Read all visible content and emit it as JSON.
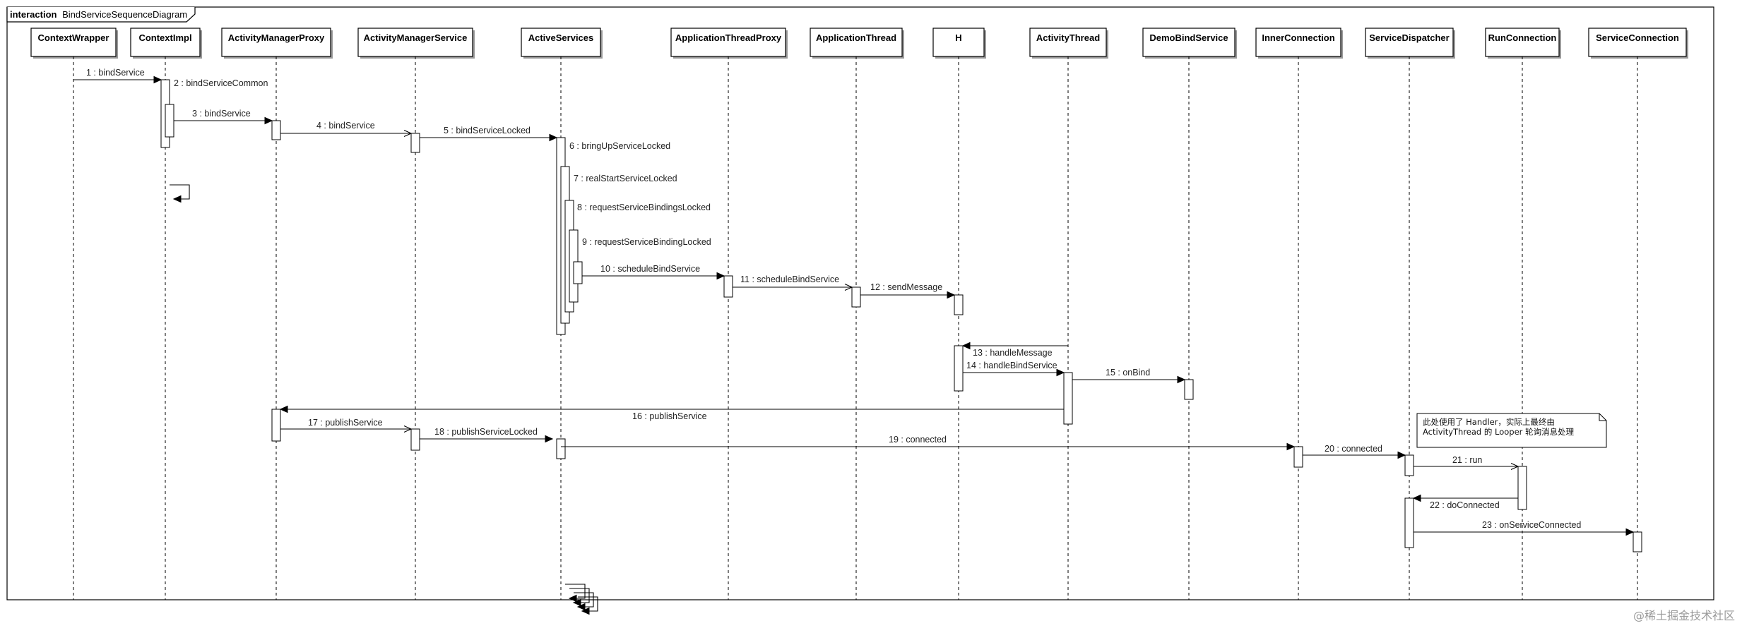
{
  "frame": {
    "keyword": "interaction",
    "name": "BindServiceSequenceDiagram"
  },
  "lifelines": [
    "ContextWrapper",
    "ContextImpl",
    "ActivityManagerProxy",
    "ActivityManagerService",
    "ActiveServices",
    "ApplicationThreadProxy",
    "ApplicationThread",
    "H",
    "ActivityThread",
    "DemoBindService",
    "InnerConnection",
    "ServiceDispatcher",
    "RunConnection",
    "ServiceConnection"
  ],
  "messages": [
    {
      "label": "1 : bindService",
      "from": 0,
      "to": 1,
      "kind": "filled"
    },
    {
      "label": "2 : bindServiceCommon",
      "from": 1,
      "to": 1,
      "kind": "self"
    },
    {
      "label": "3 : bindService",
      "from": 1,
      "to": 2,
      "kind": "filled"
    },
    {
      "label": "4 : bindService",
      "from": 2,
      "to": 3,
      "kind": "open"
    },
    {
      "label": "5 : bindServiceLocked",
      "from": 3,
      "to": 4,
      "kind": "filled"
    },
    {
      "label": "6 : bringUpServiceLocked",
      "from": 4,
      "to": 4,
      "kind": "self"
    },
    {
      "label": "7 : realStartServiceLocked",
      "from": 4,
      "to": 4,
      "kind": "self"
    },
    {
      "label": "8 : requestServiceBindingsLocked",
      "from": 4,
      "to": 4,
      "kind": "self"
    },
    {
      "label": "9 : requestServiceBindingLocked",
      "from": 4,
      "to": 4,
      "kind": "self"
    },
    {
      "label": "10 : scheduleBindService",
      "from": 4,
      "to": 5,
      "kind": "filled"
    },
    {
      "label": "11 : scheduleBindService",
      "from": 5,
      "to": 6,
      "kind": "open"
    },
    {
      "label": "12 : sendMessage",
      "from": 6,
      "to": 7,
      "kind": "filled"
    },
    {
      "label": "13 : handleMessage",
      "from": 8,
      "to": 7,
      "kind": "filled"
    },
    {
      "label": "14 : handleBindService",
      "from": 7,
      "to": 8,
      "kind": "filled"
    },
    {
      "label": "15 : onBind",
      "from": 8,
      "to": 9,
      "kind": "filled"
    },
    {
      "label": "16 : publishService",
      "from": 8,
      "to": 2,
      "kind": "filled"
    },
    {
      "label": "17 : publishService",
      "from": 2,
      "to": 3,
      "kind": "open"
    },
    {
      "label": "18 : publishServiceLocked",
      "from": 3,
      "to": 4,
      "kind": "filled"
    },
    {
      "label": "19 : connected",
      "from": 4,
      "to": 10,
      "kind": "filled"
    },
    {
      "label": "20 : connected",
      "from": 10,
      "to": 11,
      "kind": "filled"
    },
    {
      "label": "21 : run",
      "from": 11,
      "to": 12,
      "kind": "open"
    },
    {
      "label": "22 : doConnected",
      "from": 12,
      "to": 11,
      "kind": "filled"
    },
    {
      "label": "23 : onServiceConnected",
      "from": 11,
      "to": 13,
      "kind": "filled"
    }
  ],
  "note": {
    "line1": "此处使用了 Handler，实际上最终由",
    "line2": "ActivityThread 的 Looper 轮询消息处理"
  },
  "watermark": "@稀土掘金技术社区",
  "colors": {
    "line": "#000000",
    "background": "#ffffff",
    "shadow": "#9a9a9a",
    "watermark": "#9a9a9a"
  }
}
